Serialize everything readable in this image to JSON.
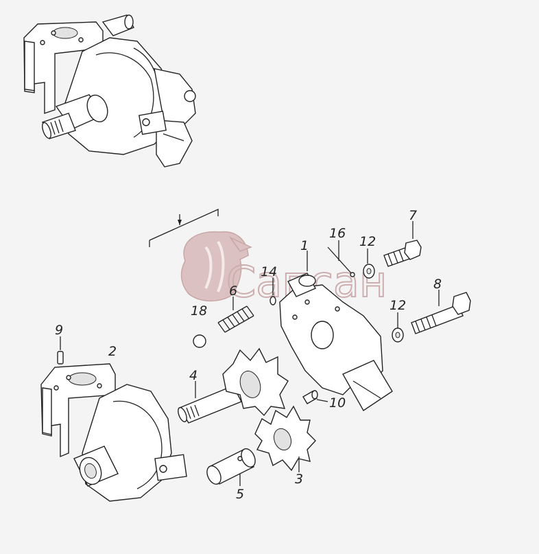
{
  "watermark": {
    "text": "Сапсан",
    "color": "#c9a7a7"
  },
  "callouts": [
    {
      "id": "1",
      "label": "1"
    },
    {
      "id": "2",
      "label": "2"
    },
    {
      "id": "3",
      "label": "3"
    },
    {
      "id": "4",
      "label": "4"
    },
    {
      "id": "5",
      "label": "5"
    },
    {
      "id": "6",
      "label": "6"
    },
    {
      "id": "7",
      "label": "7"
    },
    {
      "id": "8",
      "label": "8"
    },
    {
      "id": "9",
      "label": "9"
    },
    {
      "id": "10",
      "label": "10"
    },
    {
      "id": "12a",
      "label": "12"
    },
    {
      "id": "12b",
      "label": "12"
    },
    {
      "id": "14",
      "label": "14"
    },
    {
      "id": "16",
      "label": "16"
    },
    {
      "id": "18",
      "label": "18"
    }
  ]
}
